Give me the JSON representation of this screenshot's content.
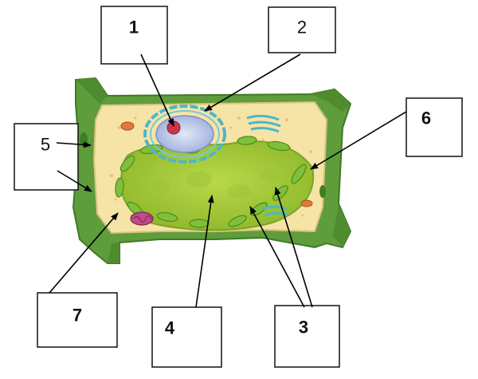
{
  "labels": [
    {
      "id": "1",
      "text": "1",
      "bold": true
    },
    {
      "id": "2",
      "text": "2",
      "bold": false
    },
    {
      "id": "3",
      "text": "3",
      "bold": true
    },
    {
      "id": "4",
      "text": "4",
      "bold": true
    },
    {
      "id": "5",
      "text": "5",
      "bold": false
    },
    {
      "id": "6",
      "text": "6",
      "bold": true
    },
    {
      "id": "7",
      "text": "7",
      "bold": true
    }
  ],
  "colors": {
    "cell_wall": "#5c9a3a",
    "cell_wall_dark": "#3f7a25",
    "cytoplasm": "#f6e3a6",
    "vacuole": "#a9cc3a",
    "vacuole_dark": "#86ad22",
    "chloroplast": "#7fbf3a",
    "nucleus": "#bcc8ea",
    "nucleolus": "#c8384a",
    "er": "#4bb7c9",
    "mitochondrion": "#c04a8a",
    "arrow": "#000000"
  }
}
